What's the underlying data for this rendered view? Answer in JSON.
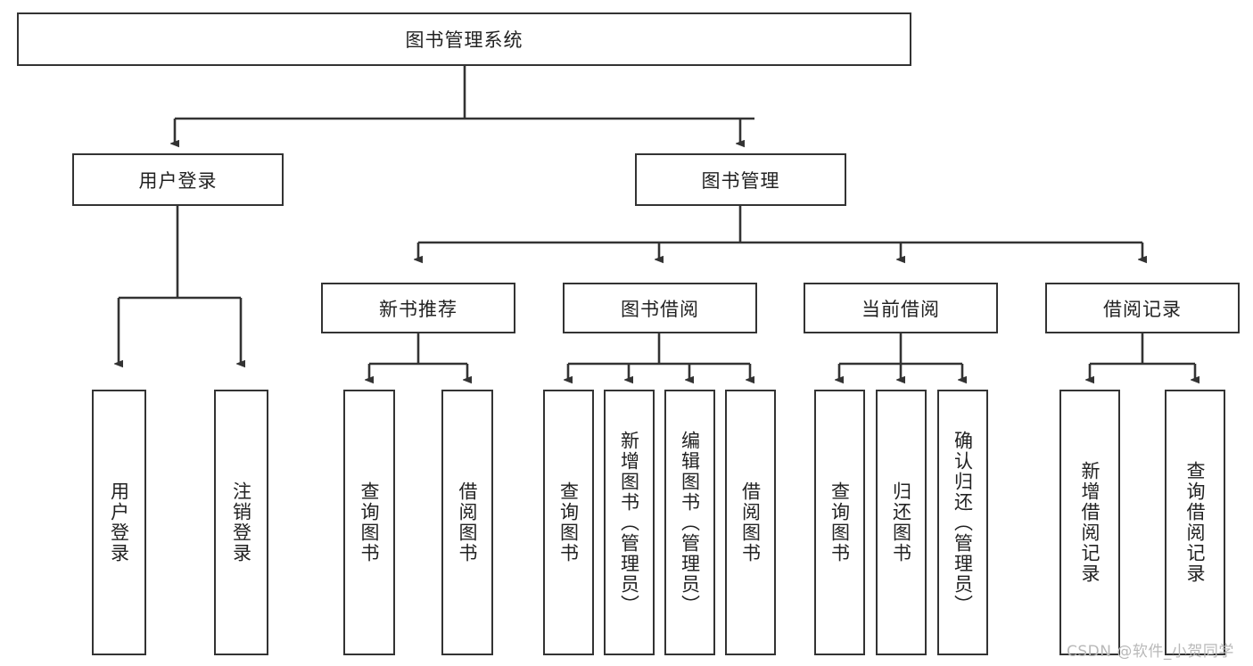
{
  "diagram": {
    "title": "图书管理系统",
    "watermark": "CSDN @软件_小贺同学",
    "line_color": "#333333",
    "box_fill": "#ffffff",
    "text_color": "#222222",
    "background": "#ffffff"
  },
  "nodes": {
    "root": {
      "label": "图书管理系统",
      "level": 1,
      "orientation": "horizontal"
    },
    "l2": [
      {
        "id": "user-login",
        "label": "用户登录",
        "orientation": "horizontal"
      },
      {
        "id": "book-manage",
        "label": "图书管理",
        "orientation": "horizontal"
      }
    ],
    "l3": [
      {
        "id": "new-book-recommend",
        "label": "新书推荐",
        "orientation": "horizontal"
      },
      {
        "id": "book-borrow",
        "label": "图书借阅",
        "orientation": "horizontal"
      },
      {
        "id": "current-borrow",
        "label": "当前借阅",
        "orientation": "horizontal"
      },
      {
        "id": "borrow-record",
        "label": "借阅记录",
        "orientation": "horizontal"
      }
    ],
    "leaves": {
      "user_login": [
        {
          "id": "leaf-user-login",
          "label": "用户登录"
        },
        {
          "id": "leaf-user-logout",
          "label": "注销登录"
        }
      ],
      "new_book_recommend": [
        {
          "id": "leaf-query-book-1",
          "label": "查询图书"
        },
        {
          "id": "leaf-borrow-book-1",
          "label": "借阅图书"
        }
      ],
      "book_borrow": [
        {
          "id": "leaf-query-book-2",
          "label": "查询图书"
        },
        {
          "id": "leaf-add-book",
          "label": "新增图书（管理员）"
        },
        {
          "id": "leaf-edit-book",
          "label": "编辑图书（管理员）"
        },
        {
          "id": "leaf-borrow-book-2",
          "label": "借阅图书"
        }
      ],
      "current_borrow": [
        {
          "id": "leaf-query-book-3",
          "label": "查询图书"
        },
        {
          "id": "leaf-return-book",
          "label": "归还图书"
        },
        {
          "id": "leaf-confirm-return",
          "label": "确认归还（管理员）"
        }
      ],
      "borrow_record": [
        {
          "id": "leaf-add-record",
          "label": "新增借阅记录"
        },
        {
          "id": "leaf-query-record",
          "label": "查询借阅记录"
        }
      ]
    }
  }
}
